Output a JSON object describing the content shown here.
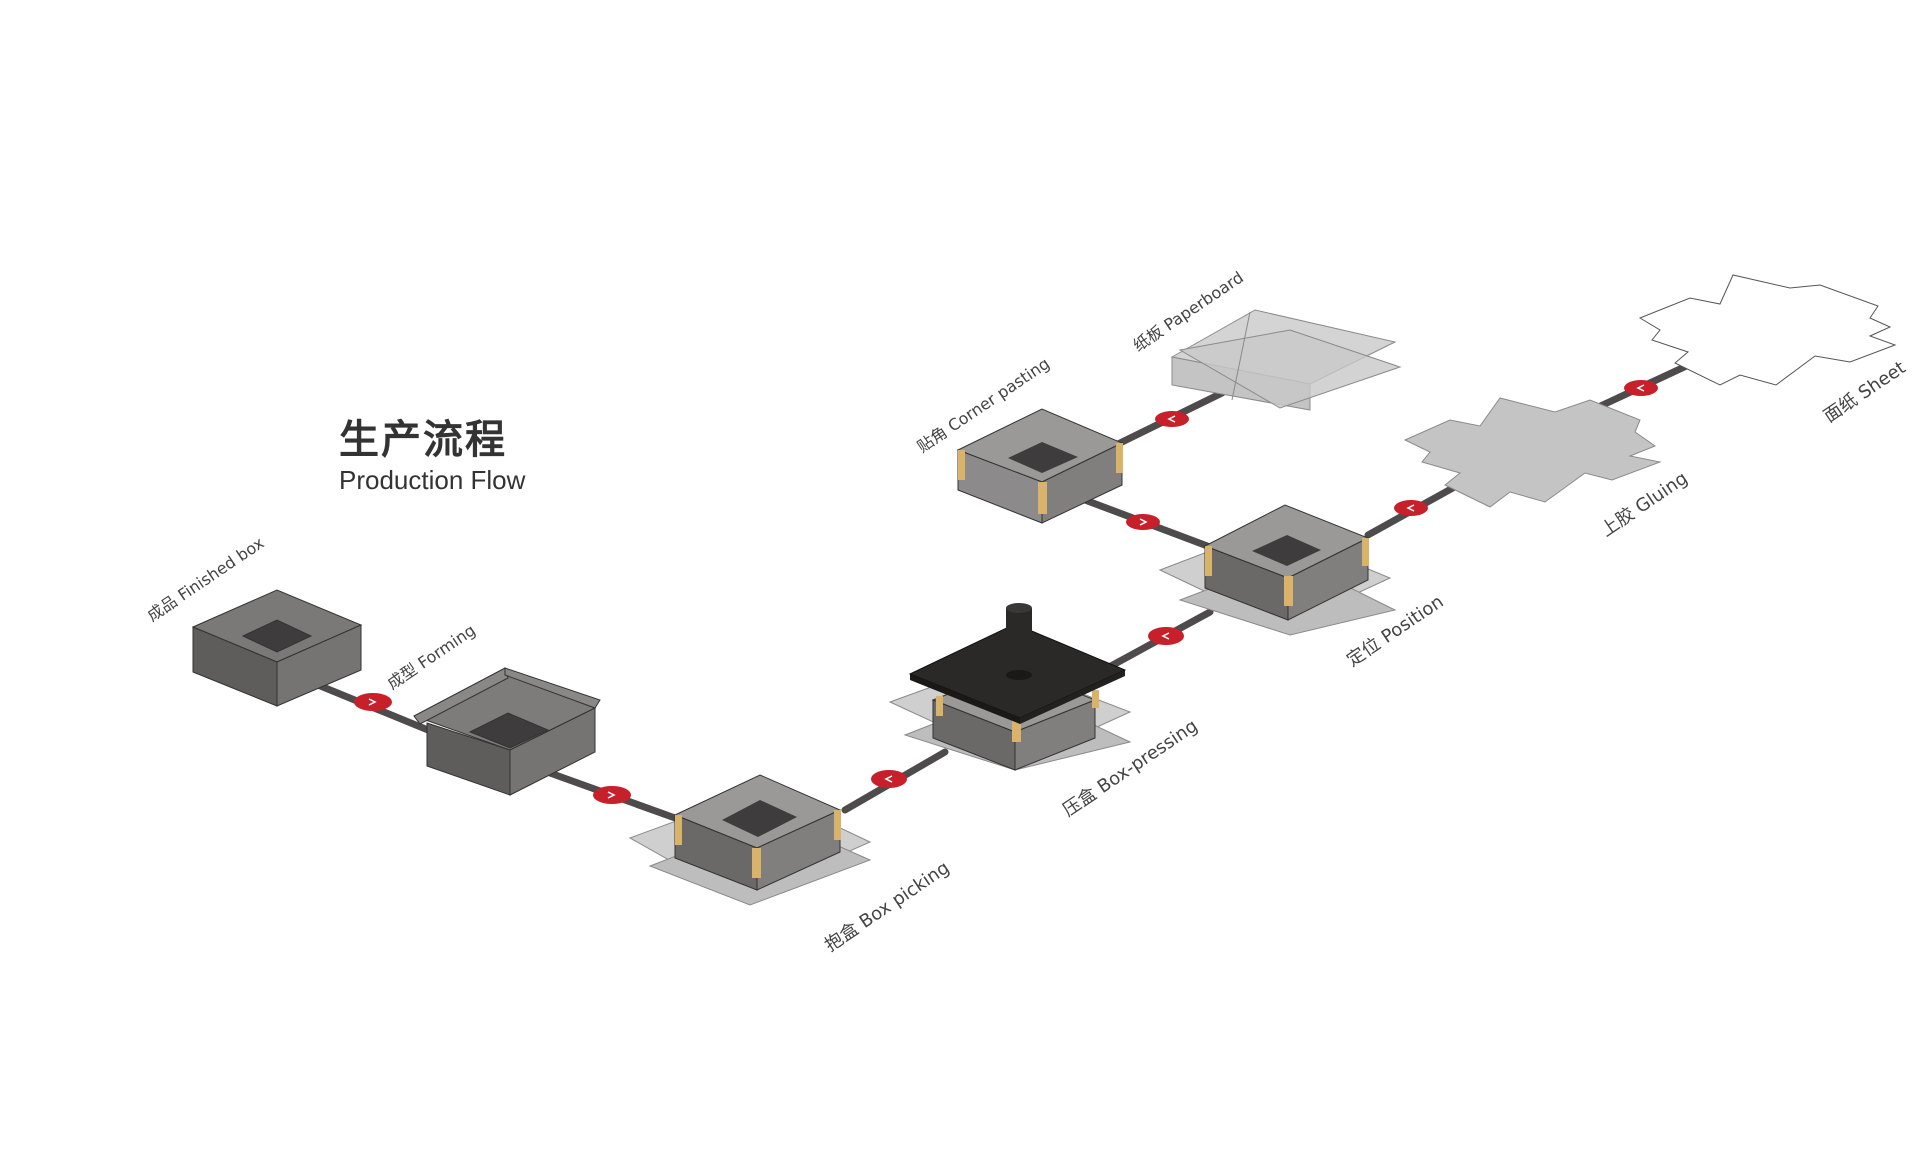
{
  "title": {
    "zh": "生产流程",
    "en": "Production Flow"
  },
  "steps": [
    {
      "id": "finished",
      "label": "成品 Finished box"
    },
    {
      "id": "forming",
      "label": "成型 Forming"
    },
    {
      "id": "picking",
      "label": "抱盒 Box picking"
    },
    {
      "id": "pressing",
      "label": "压盒 Box-pressing"
    },
    {
      "id": "position",
      "label": "定位 Position"
    },
    {
      "id": "corner",
      "label": "贴角 Corner pasting"
    },
    {
      "id": "paperboard",
      "label": "纸板 Paperboard"
    },
    {
      "id": "gluing",
      "label": "上胶 Gluing"
    },
    {
      "id": "sheet",
      "label": "面纸 Sheet"
    }
  ],
  "colors": {
    "line": "#4d4b4b",
    "arrow_badge": "#c8202a",
    "box_top": "#9b9898",
    "box_front": "#6b6868",
    "box_side": "#817e7e",
    "box_light_front": "#8c8a8a",
    "corner_tape": "#d9b36a",
    "sheet_gray": "#c4c4c4",
    "press_black": "#2b2928"
  }
}
